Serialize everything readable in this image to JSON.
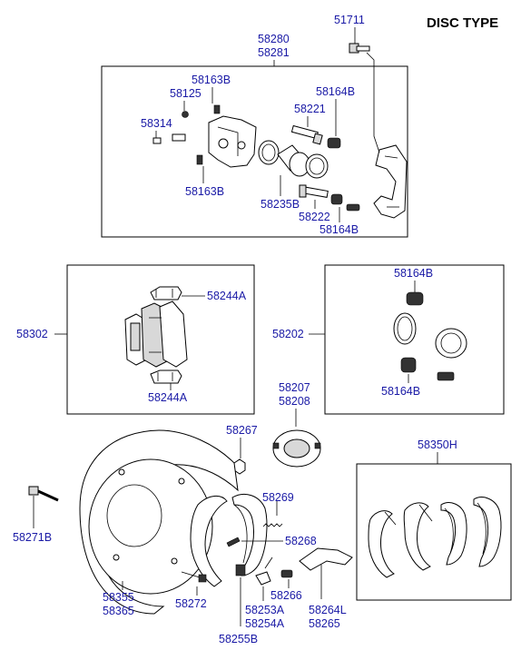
{
  "title": "DISC TYPE",
  "callouts": {
    "c51711": "51711",
    "c58280": "58280",
    "c58281": "58281",
    "c58163B_top": "58163B",
    "c58125": "58125",
    "c58314": "58314",
    "c58163B_bottom": "58163B",
    "c58221": "58221",
    "c58164B_top": "58164B",
    "c58235B": "58235B",
    "c58222": "58222",
    "c58164B_bottom": "58164B",
    "c58244A_top": "58244A",
    "c58244A_bottom": "58244A",
    "c58302": "58302",
    "c58202": "58202",
    "c58164B_kit_top": "58164B",
    "c58164B_kit_bottom": "58164B",
    "c58207": "58207",
    "c58208": "58208",
    "c58267": "58267",
    "c58350H": "58350H",
    "c58269": "58269",
    "c58268": "58268",
    "c58271B": "58271B",
    "c58355": "58355",
    "c58365": "58365",
    "c58272": "58272",
    "c58266": "58266",
    "c58253A": "58253A",
    "c58254A": "58254A",
    "c58264L": "58264L",
    "c58265": "58265",
    "c58255B": "58255B"
  }
}
